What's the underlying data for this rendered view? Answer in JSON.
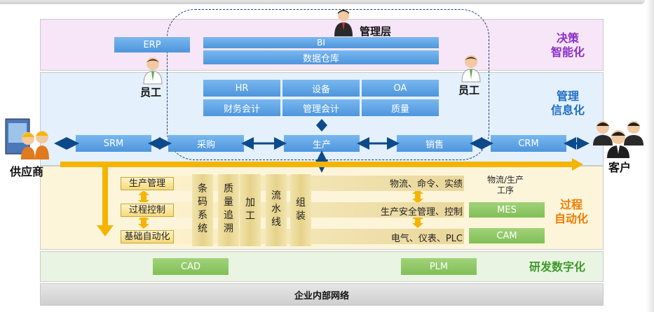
{
  "sections": {
    "decision": "决策\n智能化",
    "management": "管理\n信息化",
    "process": "过程\n自动化",
    "rnd": "研发数字化",
    "network": "企业内部网络"
  },
  "management_layer": "管理层",
  "employee": "员工",
  "supplier": "供应商",
  "customer": "客户",
  "top_boxes": {
    "erp": "ERP",
    "bi": "BI",
    "dw": "数据仓库"
  },
  "mid_boxes": {
    "hr": "HR",
    "equip": "设备",
    "oa": "OA",
    "finance": "财务会计",
    "mgmt_acc": "管理会计",
    "quality": "质量"
  },
  "flow_boxes": {
    "srm": "SRM",
    "purchase": "采购",
    "production": "生产",
    "sales": "销售",
    "crm": "CRM"
  },
  "process_labels": {
    "prod_mgmt": "生产管理",
    "proc_ctrl": "过程控制",
    "base_auto": "基础自动化"
  },
  "columns": [
    "条码系统",
    "质量追溯",
    "加工",
    "流水线",
    "组装"
  ],
  "right_texts": {
    "logistics": "物流、命令、实绩",
    "safety": "生产安全管理、控制",
    "electrical": "电气、仪表、PLC"
  },
  "process_right": {
    "title": "物流/生产\n工序",
    "mes": "MES",
    "cam": "CAM"
  },
  "rnd_boxes": {
    "cad": "CAD",
    "plm": "PLM"
  },
  "colors": {
    "decision_title": "#8b2fc9",
    "management_title": "#1f6fc6",
    "process_title": "#f07c00",
    "rnd_title": "#3f9a2a",
    "box_blue": "#5a9fe0",
    "box_green": "#86c35e",
    "arrow_dark": "#0c4a8a",
    "arrow_orange": "#f5b400"
  }
}
